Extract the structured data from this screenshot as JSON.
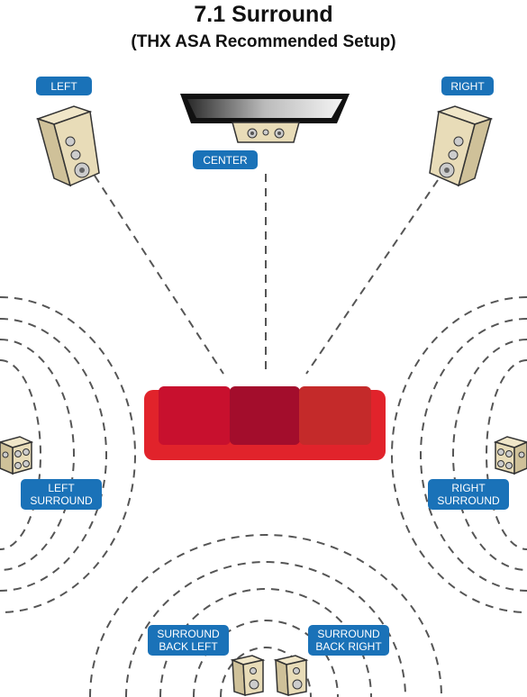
{
  "title": "7.1 Surround",
  "subtitle": "(THX ASA Recommended Setup)",
  "labels": {
    "left": "LEFT",
    "right": "RIGHT",
    "center": "CENTER",
    "left_surround": [
      "LEFT",
      "SURROUND"
    ],
    "right_surround": [
      "RIGHT",
      "SURROUND"
    ],
    "surround_back_left": [
      "SURROUND",
      "BACK LEFT"
    ],
    "surround_back_right": [
      "SURROUND",
      "BACK RIGHT"
    ]
  },
  "colors": {
    "label_bg": "#1a72b8",
    "label_text": "#ffffff",
    "speaker_body": "#e8dcb8",
    "speaker_outline": "#333333",
    "sofa_base": "#e1232b",
    "sofa_cushion_left": "#c8102e",
    "sofa_cushion_mid": "#a30d2c",
    "sofa_cushion_right": "#c42a2a",
    "dash_line": "#555555"
  }
}
